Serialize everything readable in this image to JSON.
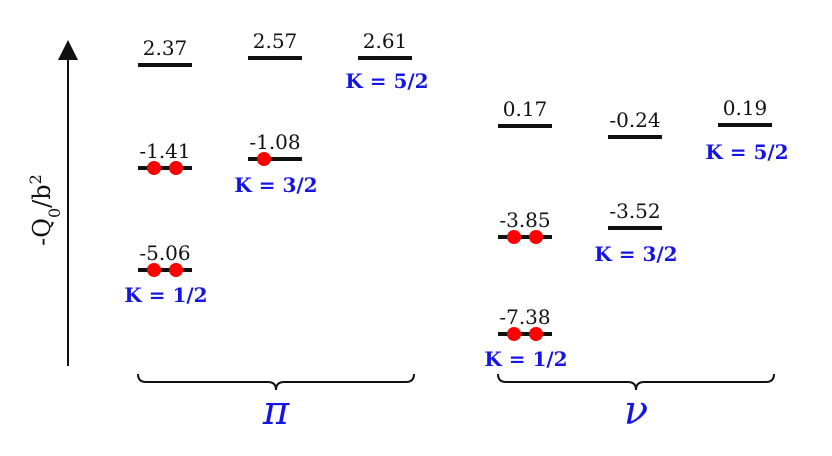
{
  "y_axis_label": "-Q0/b2",
  "groups": [
    {
      "symbol": "π",
      "levels": [
        {
          "value": "2.37",
          "electrons": 0
        },
        {
          "value": "2.57",
          "electrons": 0
        },
        {
          "value": "2.61",
          "electrons": 0
        },
        {
          "value": "-1.41",
          "electrons": 2
        },
        {
          "value": "-1.08",
          "electrons": 1
        },
        {
          "value": "-5.06",
          "electrons": 2
        }
      ],
      "k_labels": [
        "K = 5/2",
        "K = 3/2",
        "K = 1/2"
      ]
    },
    {
      "symbol": "ν",
      "levels": [
        {
          "value": "0.17",
          "electrons": 0
        },
        {
          "value": "-0.24",
          "electrons": 0
        },
        {
          "value": "0.19",
          "electrons": 0
        },
        {
          "value": "-3.85",
          "electrons": 2
        },
        {
          "value": "-3.52",
          "electrons": 0
        },
        {
          "value": "-7.38",
          "electrons": 2
        }
      ],
      "k_labels": [
        "K = 5/2",
        "K = 3/2",
        "K = 1/2"
      ]
    }
  ],
  "colors": {
    "line": "#111111",
    "electron": "#ff0000",
    "label": "#1414e6"
  }
}
